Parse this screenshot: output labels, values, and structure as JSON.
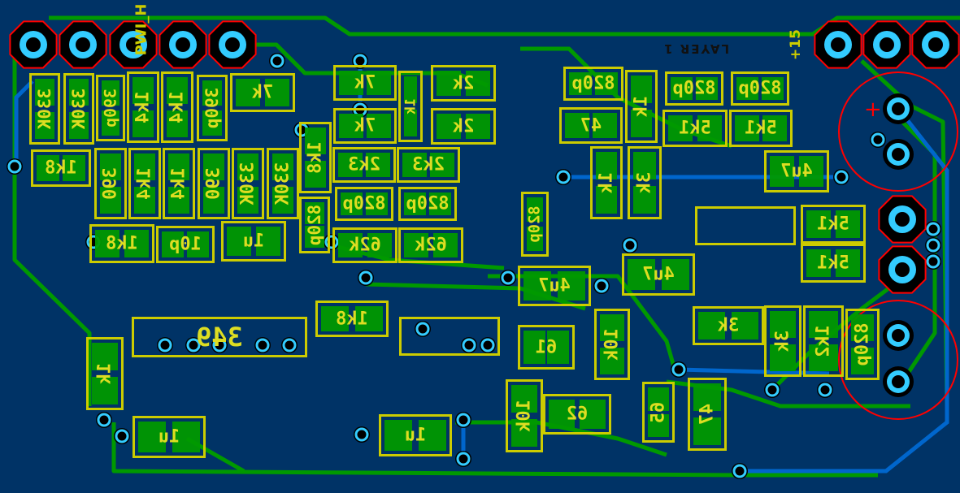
{
  "board": {
    "connector_left_label": "PWI_H",
    "connector_right_label": "+15",
    "layer_label": "LAYER 1",
    "polarity_mark": "+",
    "ic_label": "349"
  },
  "components": [
    "330K",
    "330K",
    "390p",
    "1k4",
    "1k4",
    "390p",
    "7k",
    "1k8",
    "390",
    "1k4",
    "1k4",
    "390",
    "330K",
    "330K",
    "1k8",
    "820p",
    "1k8",
    "10p",
    "1u",
    "7k",
    "7k",
    "1k",
    "2k",
    "2k",
    "2k3",
    "2k3",
    "820p",
    "820p",
    "62k",
    "62k",
    "820p",
    "820p",
    "47",
    "1k",
    "820p",
    "5k1",
    "820p",
    "5k1",
    "1k",
    "3k",
    "4u7",
    "5k1",
    "5k1",
    "4u7",
    "4u7",
    "1k8",
    "61",
    "10k",
    "3k",
    "3k",
    "1k2",
    "820p",
    "1k",
    "1u",
    "1u",
    "10k",
    "62",
    "65",
    "47"
  ],
  "colors": {
    "board": "#003366",
    "copper_top": "#009900",
    "copper_bottom": "#0066cc",
    "silkscreen": "#cccc00",
    "via": "#33ccff",
    "outline": "#ff0000"
  }
}
